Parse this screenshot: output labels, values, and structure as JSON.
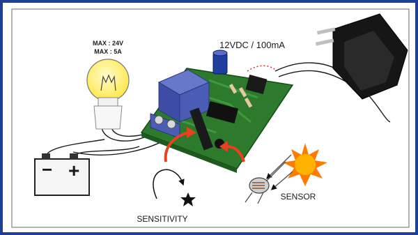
{
  "labels": {
    "lamp_max_voltage": "MAX : 24V",
    "lamp_max_current": "MAX : 5A",
    "power_rating": "12VDC / 100mA",
    "sensitivity": "SENSITIVITY",
    "sensor": "SENSOR",
    "battery_minus": "−",
    "battery_plus": "+"
  },
  "colors": {
    "frame": "#1f3f96",
    "pcb": "#2d7a2d",
    "relay": "#4a5cb3",
    "bulb": "#fff36a",
    "sun": "#ff7a00",
    "arrow": "#e8431e",
    "adapter": "#161616"
  }
}
